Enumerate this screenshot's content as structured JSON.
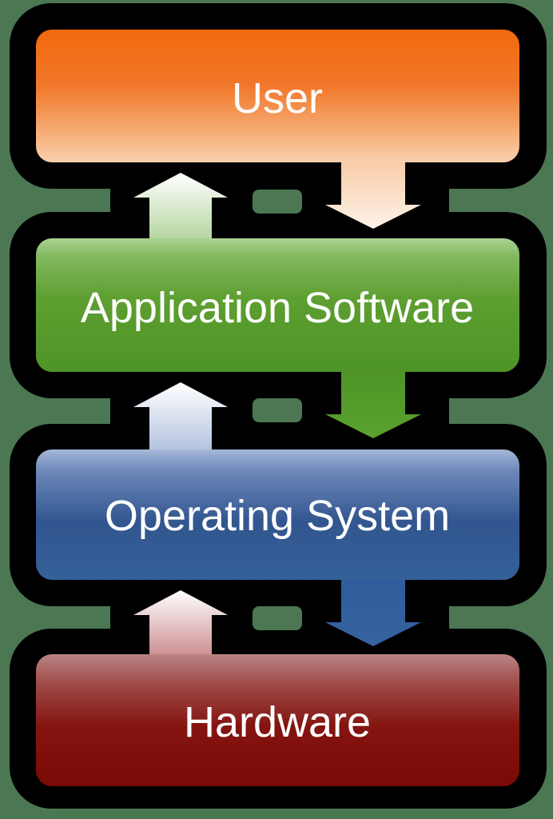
{
  "diagram": {
    "type": "layered-architecture",
    "background_color": "#4b7853",
    "outline_color": "#000000",
    "text_color": "#ffffff",
    "layers": [
      {
        "id": "user",
        "label": "User",
        "gradient": {
          "top": "#f2690d",
          "upper_mid": "#f1772a",
          "lower_mid": "#f5a86e",
          "bottom": "#f9cfae"
        }
      },
      {
        "id": "application-software",
        "label": "Application Software",
        "gradient": {
          "top": "#aad492",
          "upper_mid": "#84b961",
          "lower_mid": "#5d9f30",
          "bottom": "#4f9428"
        }
      },
      {
        "id": "operating-system",
        "label": "Operating System",
        "gradient": {
          "top": "#a6b8d8",
          "upper_mid": "#6e89bb",
          "lower_mid": "#32568f",
          "bottom": "#356098"
        }
      },
      {
        "id": "hardware",
        "label": "Hardware",
        "gradient": {
          "top": "#bb8485",
          "upper_mid": "#9f4c49",
          "lower_mid": "#841410",
          "bottom": "#7b0a06"
        }
      }
    ],
    "arrows": {
      "up": [
        {
          "from": "application-software",
          "to": "user",
          "tip_color": "#ffffff",
          "base_color": "#b5d5a0"
        },
        {
          "from": "operating-system",
          "to": "application-software",
          "tip_color": "#ffffff",
          "base_color": "#b3c2e0"
        },
        {
          "from": "hardware",
          "to": "operating-system",
          "tip_color": "#ffffff",
          "base_color": "#cc8e92"
        }
      ],
      "down": [
        {
          "from": "user",
          "to": "application-software",
          "top_color": "#f8cda9",
          "tip_color": "#fdf3e7"
        },
        {
          "from": "application-software",
          "to": "operating-system",
          "top_color": "#4f9428",
          "tip_color": "#5aa22d"
        },
        {
          "from": "operating-system",
          "to": "hardware",
          "top_color": "#305c9c",
          "tip_color": "#34639f"
        }
      ]
    }
  }
}
